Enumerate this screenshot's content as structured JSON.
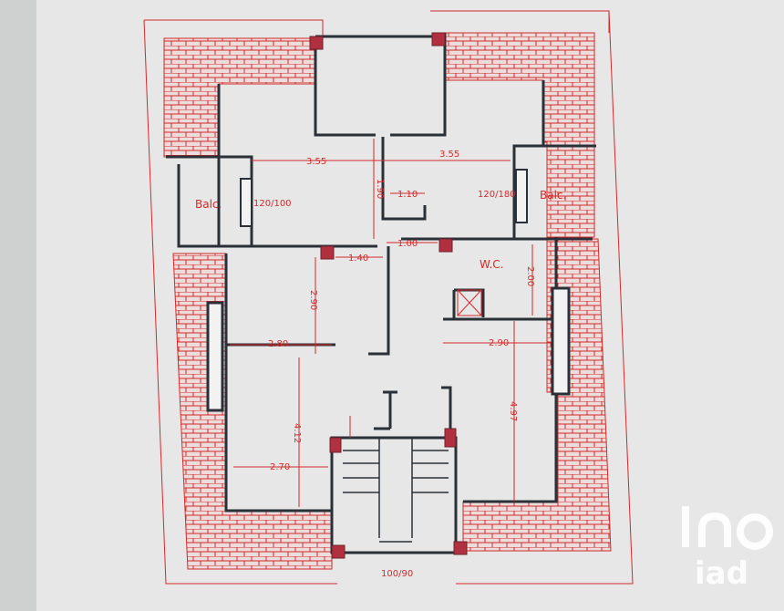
{
  "plan": {
    "rooms": {
      "balcony_left": "Balc.",
      "balcony_right": "Balc.",
      "wc": "W.C."
    },
    "dimensions": {
      "top_left_width": "3.55",
      "top_right_width": "3.55",
      "hall_vertical": "1.90",
      "hall_niche": "1.10",
      "corridor": "1.00",
      "left_room_top": "1.40",
      "left_room_height": "2.90",
      "left_room_width": "2.80",
      "right_room_width": "2.90",
      "wc_height": "2.00",
      "bottom_left_height": "4.12",
      "bottom_left_width": "2.70",
      "bottom_right_height": "4.97",
      "window_left": "120/100",
      "window_right": "120/180",
      "entrance_door": "100/90"
    }
  },
  "watermark": {
    "brand": "iad"
  },
  "colors": {
    "lines": "#d42a2a",
    "walls": "#2a3038",
    "paper": "#e6e7e6"
  }
}
